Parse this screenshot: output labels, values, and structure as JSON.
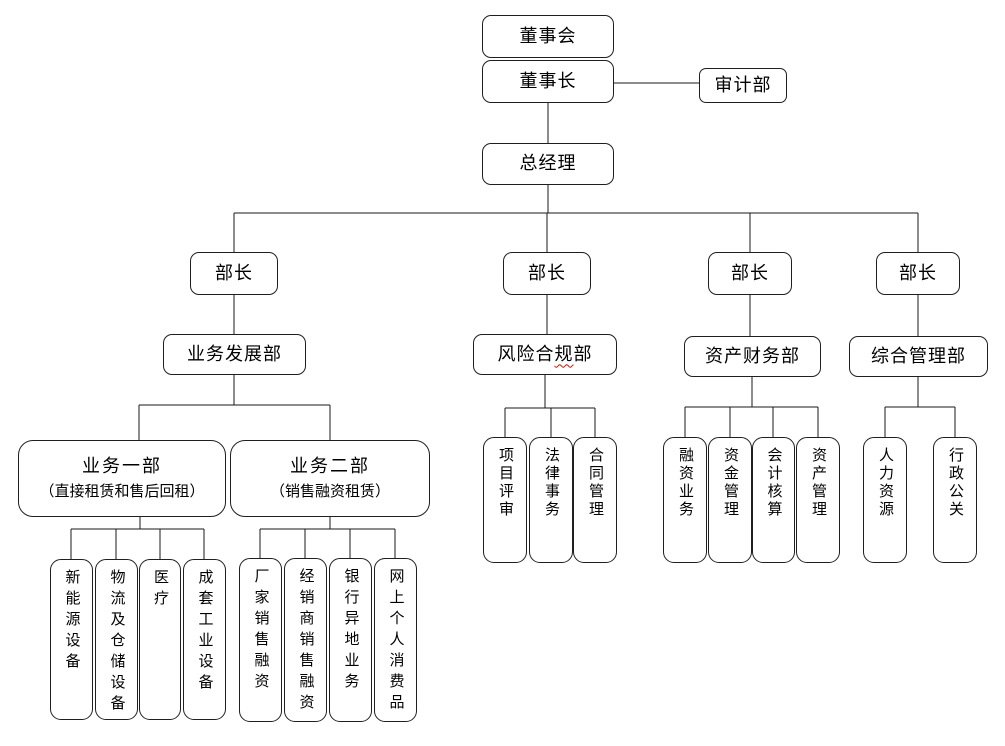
{
  "chart_type": "org-chart",
  "colors": {
    "background": "#ffffff",
    "line": "#1a1a1a",
    "box_border": "#1f1f1f",
    "box_fill": "#ffffff",
    "typo_underline": "#cc1100"
  },
  "nodes": {
    "board": "董事会",
    "chairman": "董事长",
    "audit": "审计部",
    "general_manager": "总经理",
    "minister_1": "部长",
    "minister_2": "部长",
    "minister_3": "部长",
    "minister_4": "部长",
    "dept_bizdev": "业务发展部",
    "dept_risk_pre": "风险合",
    "dept_risk_typo": "规",
    "dept_risk_post": "部",
    "dept_finance": "资产财务部",
    "dept_admin": "综合管理部",
    "biz1_title": "业务一部",
    "biz1_subtitle": "（直接租赁和售后回租）",
    "biz2_title": "业务二部",
    "biz2_subtitle": "（销售融资租赁）",
    "biz1_items": [
      "新能源设备",
      "物流及仓储设备",
      "医疗",
      "成套工业设备"
    ],
    "biz2_items": [
      "厂家销售融资",
      "经销商销售融资",
      "银行异地业务",
      "网上个人消费品"
    ],
    "risk_items": [
      "项目评审",
      "法律事务",
      "合同管理"
    ],
    "finance_items": [
      "融资业务",
      "资金管理",
      "会计核算",
      "资产管理"
    ],
    "admin_items": [
      "人力资源",
      "行政公关"
    ]
  }
}
